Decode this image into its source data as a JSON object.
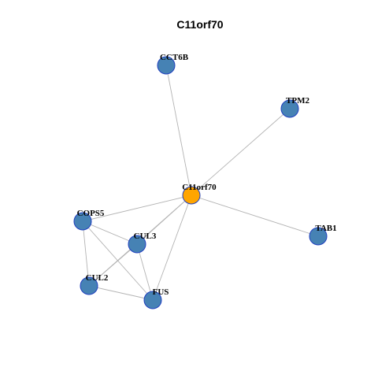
{
  "title": "C11orf70",
  "colors": {
    "center_node": "#FFA500",
    "node": "#4682B4",
    "node_border": "#1F3FBF",
    "edge": "#B3B3B3"
  },
  "nodes": [
    {
      "id": "C11orf70",
      "label": "C11orf70",
      "center": true
    },
    {
      "id": "CCT6B",
      "label": "CCT6B",
      "center": false
    },
    {
      "id": "TPM2",
      "label": "TPM2",
      "center": false
    },
    {
      "id": "TAB1",
      "label": "TAB1",
      "center": false
    },
    {
      "id": "COPS5",
      "label": "COPS5",
      "center": false
    },
    {
      "id": "CUL3",
      "label": "CUL3",
      "center": false
    },
    {
      "id": "CUL2",
      "label": "CUL2",
      "center": false
    },
    {
      "id": "FUS",
      "label": "FUS",
      "center": false
    }
  ],
  "edges": [
    [
      "C11orf70",
      "CCT6B"
    ],
    [
      "C11orf70",
      "TPM2"
    ],
    [
      "C11orf70",
      "TAB1"
    ],
    [
      "C11orf70",
      "COPS5"
    ],
    [
      "C11orf70",
      "CUL3"
    ],
    [
      "C11orf70",
      "CUL2"
    ],
    [
      "C11orf70",
      "FUS"
    ],
    [
      "COPS5",
      "CUL3"
    ],
    [
      "COPS5",
      "CUL2"
    ],
    [
      "COPS5",
      "FUS"
    ],
    [
      "CUL3",
      "CUL2"
    ],
    [
      "CUL3",
      "FUS"
    ],
    [
      "CUL2",
      "FUS"
    ]
  ]
}
